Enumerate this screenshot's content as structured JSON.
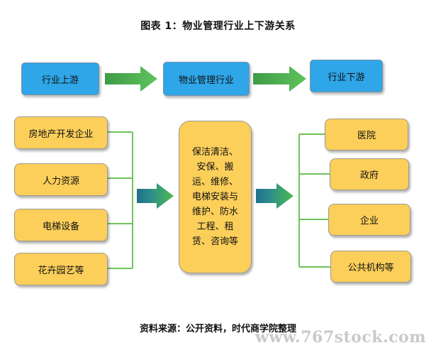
{
  "title": "图表 1：物业管理行业上下游关系",
  "top_row": {
    "upstream": "行业上游",
    "industry": "物业管理行业",
    "downstream": "行业下游"
  },
  "left_column": [
    "房地产开发企业",
    "人力资源",
    "电梯设备",
    "花卉园艺等"
  ],
  "center_lines": [
    "保洁清洁、",
    "安保、搬",
    "运、维修、",
    "电梯安装与",
    "维护、防水",
    "工程、租",
    "赁、咨询等"
  ],
  "right_column": [
    "医院",
    "政府",
    "企业",
    "公共机构等"
  ],
  "source": "资料来源：公开资料，时代商学院整理",
  "watermark": "www.767stock.com",
  "colors": {
    "blue_box": "#2fa6e8",
    "yellow_box": "#fccf5a",
    "arrow_green": "#43b54a",
    "connector_green": "#6fc35a"
  }
}
